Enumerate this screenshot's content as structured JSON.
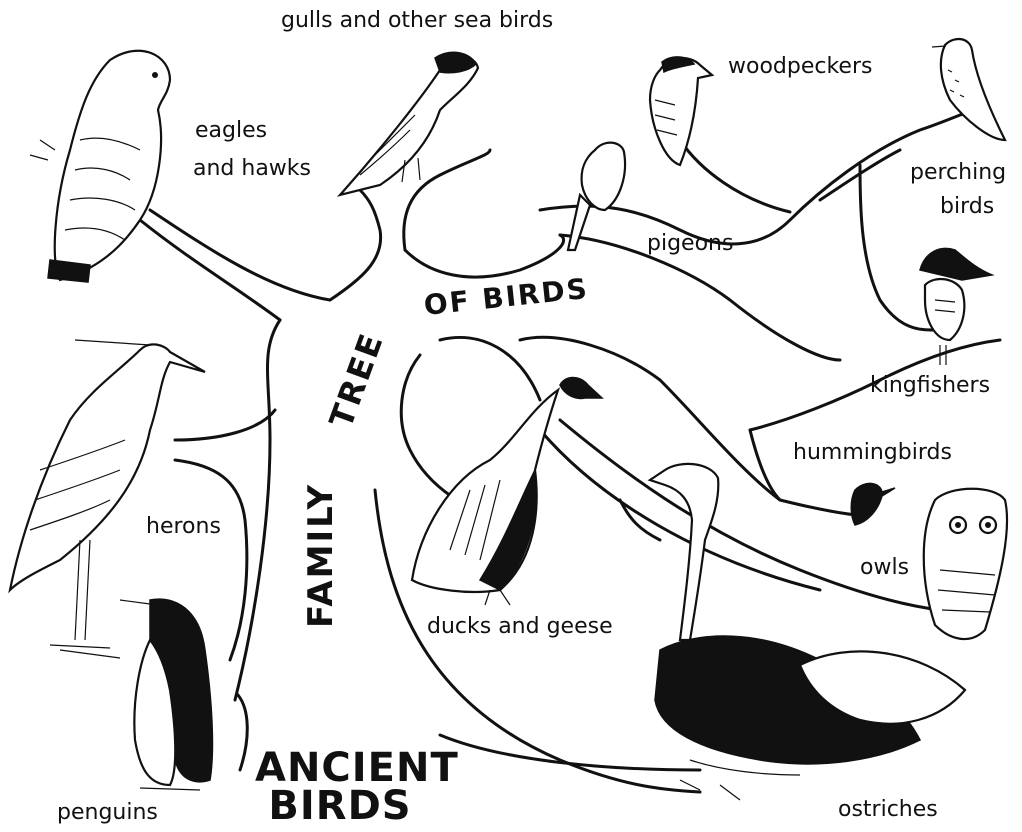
{
  "diagram": {
    "title_line1": "FAMILY",
    "title_line2": "TREE",
    "title_line3": "OF BIRDS",
    "root_label_line1": "ANCIENT",
    "root_label_line2": "BIRDS",
    "groups": {
      "gulls": "gulls and other sea birds",
      "eagles_line1": "eagles",
      "eagles_line2": "and hawks",
      "woodpeckers": "woodpeckers",
      "perching_line1": "perching",
      "perching_line2": "birds",
      "pigeons": "pigeons",
      "kingfishers": "kingfishers",
      "hummingbirds": "hummingbirds",
      "owls": "owls",
      "herons": "herons",
      "ducks": "ducks and geese",
      "penguins": "penguins",
      "ostriches": "ostriches"
    }
  },
  "colors": {
    "ink": "#111111",
    "paper": "#ffffff"
  }
}
